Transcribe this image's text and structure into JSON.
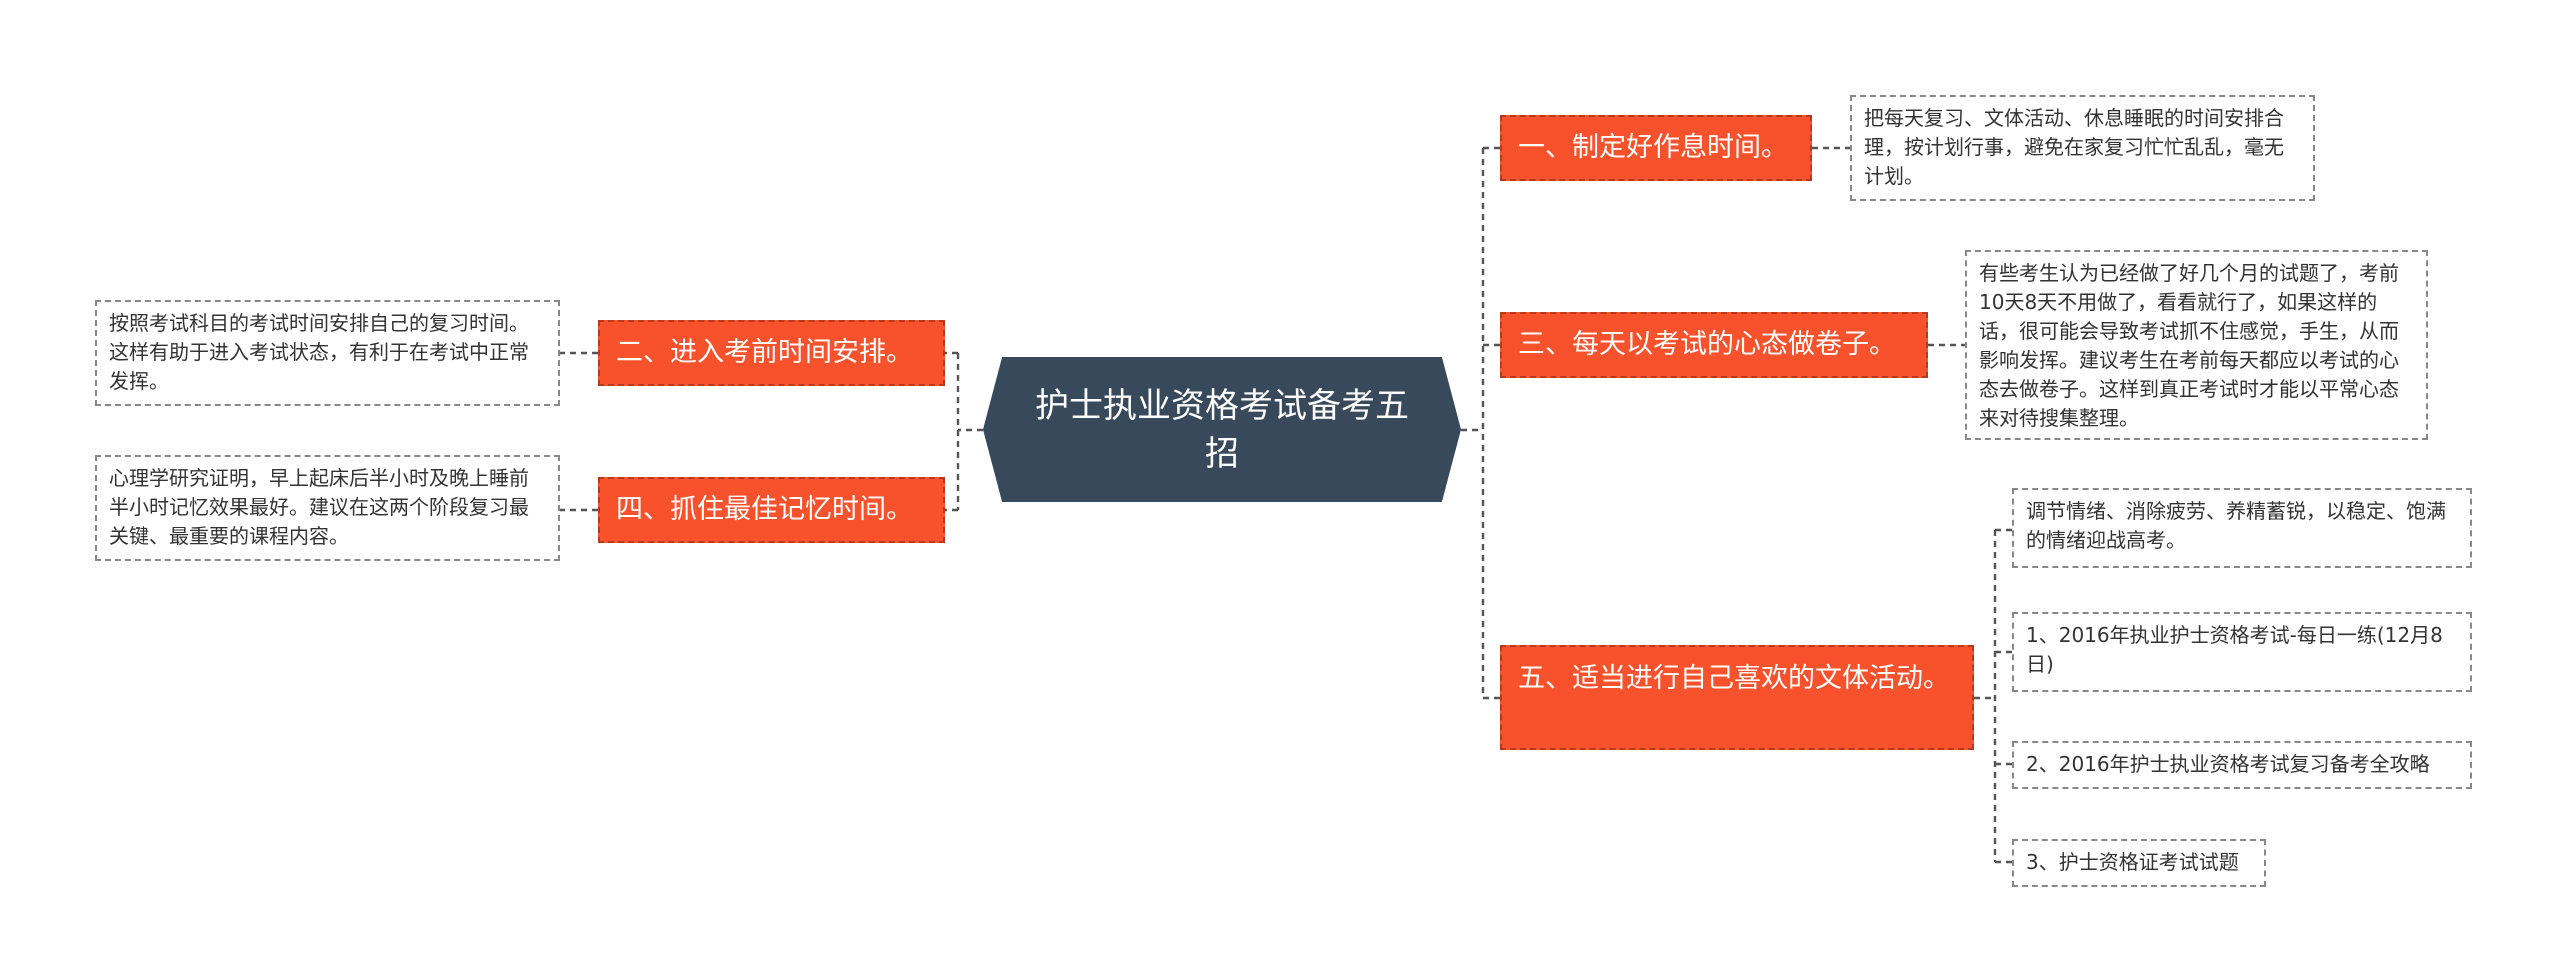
{
  "root": {
    "title": "护士执业资格考试备考五招"
  },
  "branches": {
    "b1": {
      "label": "一、制定好作息时间。",
      "note": "把每天复习、文体活动、休息睡眠的时间安排合理，按计划行事，避免在家复习忙忙乱乱，毫无计划。"
    },
    "b2": {
      "label": "二、进入考前时间安排。",
      "note": "按照考试科目的考试时间安排自己的复习时间。这样有助于进入考试状态，有利于在考试中正常发挥。"
    },
    "b3": {
      "label": "三、每天以考试的心态做卷子。",
      "note": "有些考生认为已经做了好几个月的试题了，考前10天8天不用做了，看看就行了，如果这样的话，很可能会导致考试抓不住感觉，手生，从而影响发挥。建议考生在考前每天都应以考试的心态去做卷子。这样到真正考试时才能以平常心态来对待搜集整理。"
    },
    "b4": {
      "label": "四、抓住最佳记忆时间。",
      "note": "心理学研究证明，早上起床后半小时及晚上睡前半小时记忆效果最好。建议在这两个阶段复习最关键、最重要的课程内容。"
    },
    "b5": {
      "label": "五、适当进行自己喜欢的文体活动。",
      "notes": [
        "调节情绪、消除疲劳、养精蓄锐，以稳定、饱满的情绪迎战高考。",
        "1、2016年执业护士资格考试-每日一练(12月8日)",
        "2、2016年护士执业资格考试复习备考全攻略",
        "3、护士资格证考试试题"
      ]
    }
  }
}
